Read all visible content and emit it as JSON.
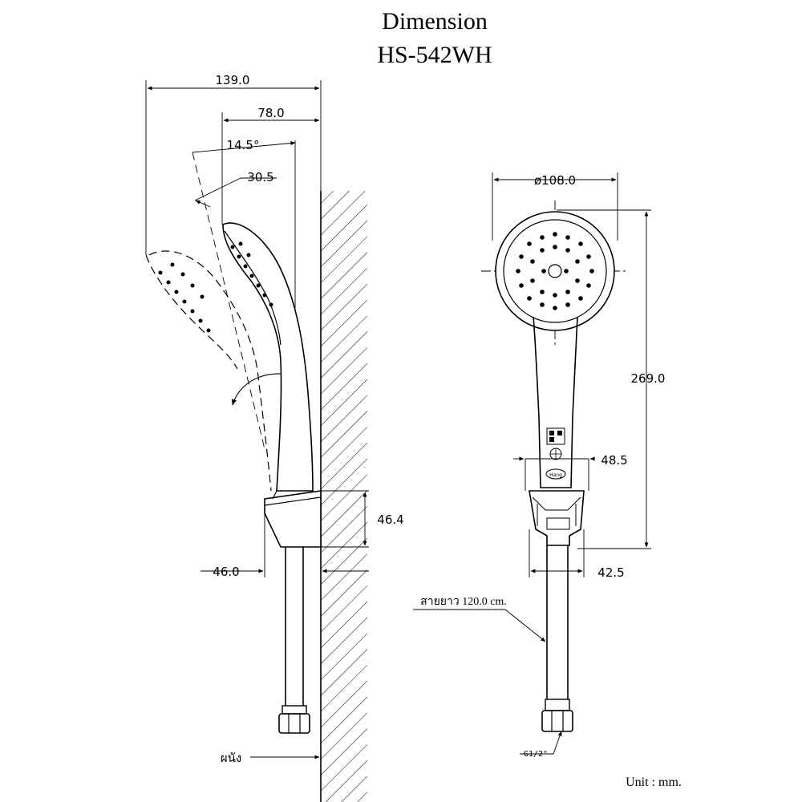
{
  "title": "Dimension",
  "model": "HS-542WH",
  "side_view": {
    "dim_overall_depth": "139.0",
    "dim_head_offset": "78.0",
    "dim_angle": "14.5°",
    "dim_head_thickness": "30.5",
    "dim_holder_height": "46.4",
    "dim_holder_depth": "46.0",
    "wall_label": "ผนัง"
  },
  "front_view": {
    "dim_head_diameter": "ø108.0",
    "dim_total_length": "269.0",
    "dim_handle_width": "48.5",
    "dim_holder_width": "42.5",
    "hose_length": "สายยาว 120.0 cm.",
    "thread_size": "G1/2\"",
    "brand_label": "Hang"
  },
  "unit": "Unit : mm."
}
